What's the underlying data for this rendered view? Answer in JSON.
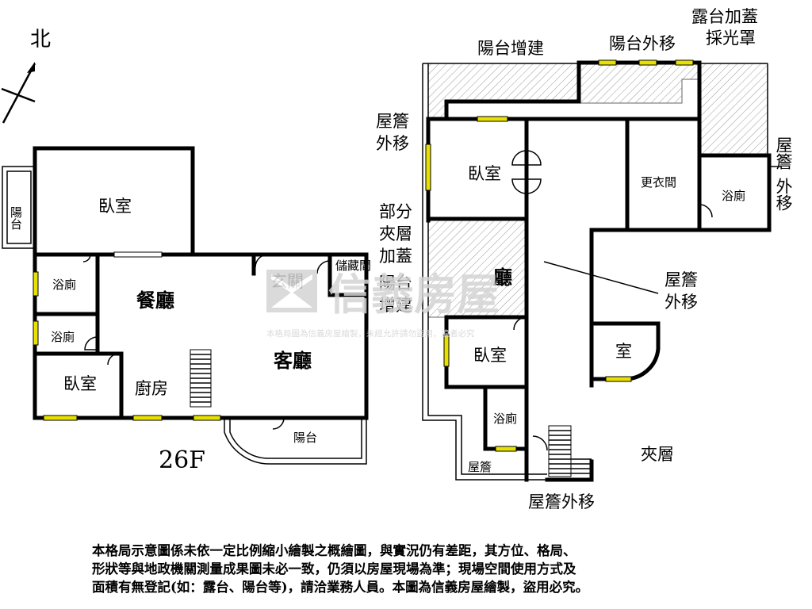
{
  "north_label": "北",
  "floor_label": "26F",
  "left_plan": {
    "bedroom_1": "臥室",
    "balcony_side": "陽台",
    "bath_1": "浴廁",
    "bath_2": "浴廁",
    "bedroom_2": "臥室",
    "dining": "餐廳",
    "kitchen": "廚房",
    "foyer": "玄關",
    "storage": "儲藏間",
    "living": "客廳",
    "balcony_bottom": "陽台"
  },
  "right_plan": {
    "balcony_extension_top": "陽台增建",
    "balcony_move_out": "陽台外移",
    "terrace_cover": [
      "露台加蓋",
      "採光罩"
    ],
    "eave_left": [
      "屋簷",
      "外移"
    ],
    "eave_right": [
      "屋簷",
      "外移"
    ],
    "eave_mid": [
      "屋簷",
      "外移"
    ],
    "bedroom_top": "臥室",
    "closet": "更衣間",
    "bath_right": "浴廁",
    "mezzanine_partial": [
      "部分",
      "夾層",
      "加蓋"
    ],
    "hall": "廳",
    "balcony_extension_mid": [
      "陽台",
      "增建"
    ],
    "room": "室",
    "bedroom_bottom": "臥室",
    "bath_bottom": "浴廁",
    "eave_small": "屋簷",
    "eave_bottom": "屋簷外移",
    "mezzanine": "夾層"
  },
  "watermark": {
    "brand": "信義房屋",
    "notice": "本格局圖為信義房屋繪製，未經允許請勿盜用，違者必究"
  },
  "disclaimer": [
    "本格局示意圖係未依一定比例縮小繪製之概繪圖，與實況仍有差距，其方位、格局、",
    "形狀等與地政機關測量成果圖未必一致，仍須以房屋現場為準；現場空間使用方式及",
    "面積有無登記(如：露台、陽台等)，請洽業務人員。本圖為信義房屋繪製，盜用必究。"
  ],
  "colors": {
    "window": "#e8e000",
    "wall": "#000000",
    "watermark": "#d4d4d4"
  }
}
